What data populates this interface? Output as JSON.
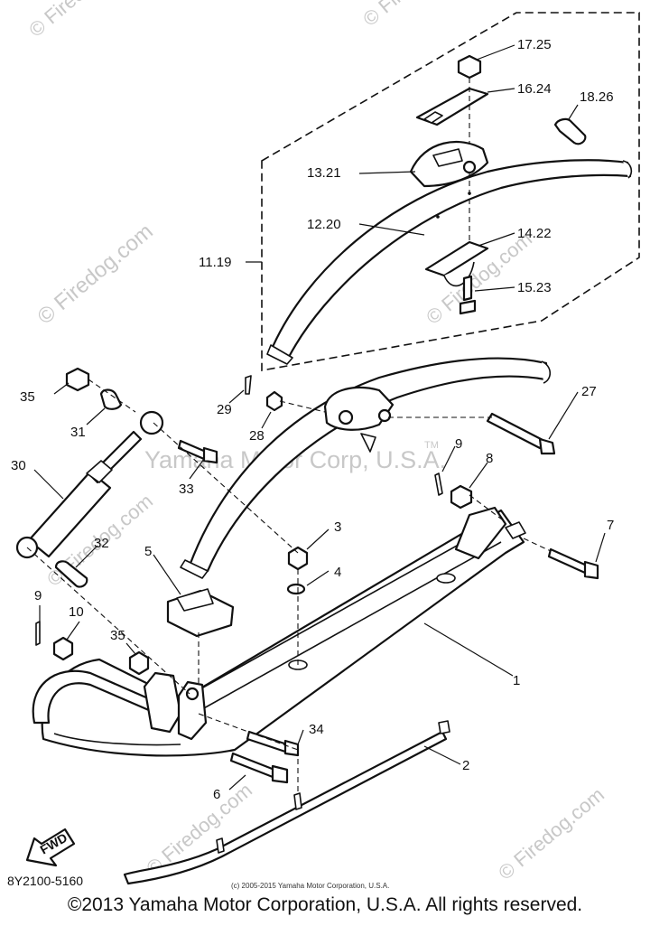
{
  "diagram": {
    "watermarks": {
      "site": "© Firedog.com",
      "site_short": "© Firedog",
      "brand": "Yamaha Motor Corp, U.S.A.",
      "tm": "TM"
    },
    "labels": {
      "p1": "1",
      "p2": "2",
      "p3": "3",
      "p4": "4",
      "p5": "5",
      "p6": "6",
      "p7": "7",
      "p8": "8",
      "p9a": "9",
      "p9b": "9",
      "p10": "10",
      "p11_19": "11.19",
      "p12_20": "12.20",
      "p13_21": "13.21",
      "p14_22": "14.22",
      "p15_23": "15.23",
      "p16_24": "16.24",
      "p17_25": "17.25",
      "p18_26": "18.26",
      "p27": "27",
      "p28": "28",
      "p29": "29",
      "p30": "30",
      "p31": "31",
      "p32": "32",
      "p33": "33",
      "p34": "34",
      "p35a": "35",
      "p35b": "35"
    },
    "fwd_marker": "FWD",
    "drawing_number": "8Y2100-5160"
  },
  "source_line": "(c) 2005-2015 Yamaha Motor Corporation, U.S.A.",
  "footer": "©2013 Yamaha Motor Corporation, U.S.A. All rights reserved."
}
